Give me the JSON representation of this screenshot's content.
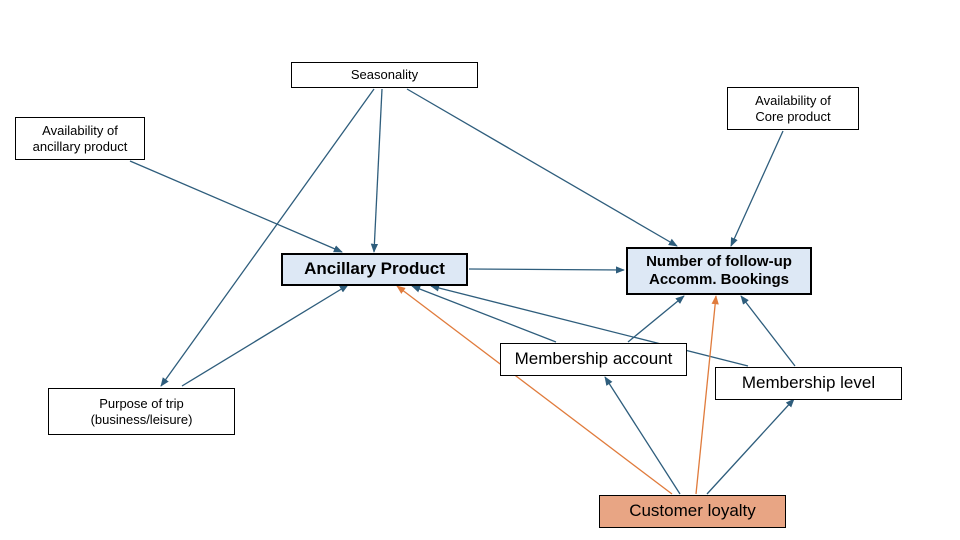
{
  "colors": {
    "edge_blue": "#2e5d7c",
    "edge_orange": "#e07b3c",
    "key_fill": "#dde8f5",
    "loyalty_fill": "#e8a584"
  },
  "nodes": {
    "seasonality": "Seasonality",
    "availability_ancillary": "Availability of\nancillary product",
    "availability_core": "Availability of\nCore product",
    "ancillary_product": "Ancillary Product",
    "followup_bookings": "Number of follow-up\nAccomm. Bookings",
    "membership_account": "Membership account",
    "membership_level": "Membership level",
    "purpose_of_trip": "Purpose of trip\n(business/leisure)",
    "customer_loyalty": "Customer loyalty"
  }
}
